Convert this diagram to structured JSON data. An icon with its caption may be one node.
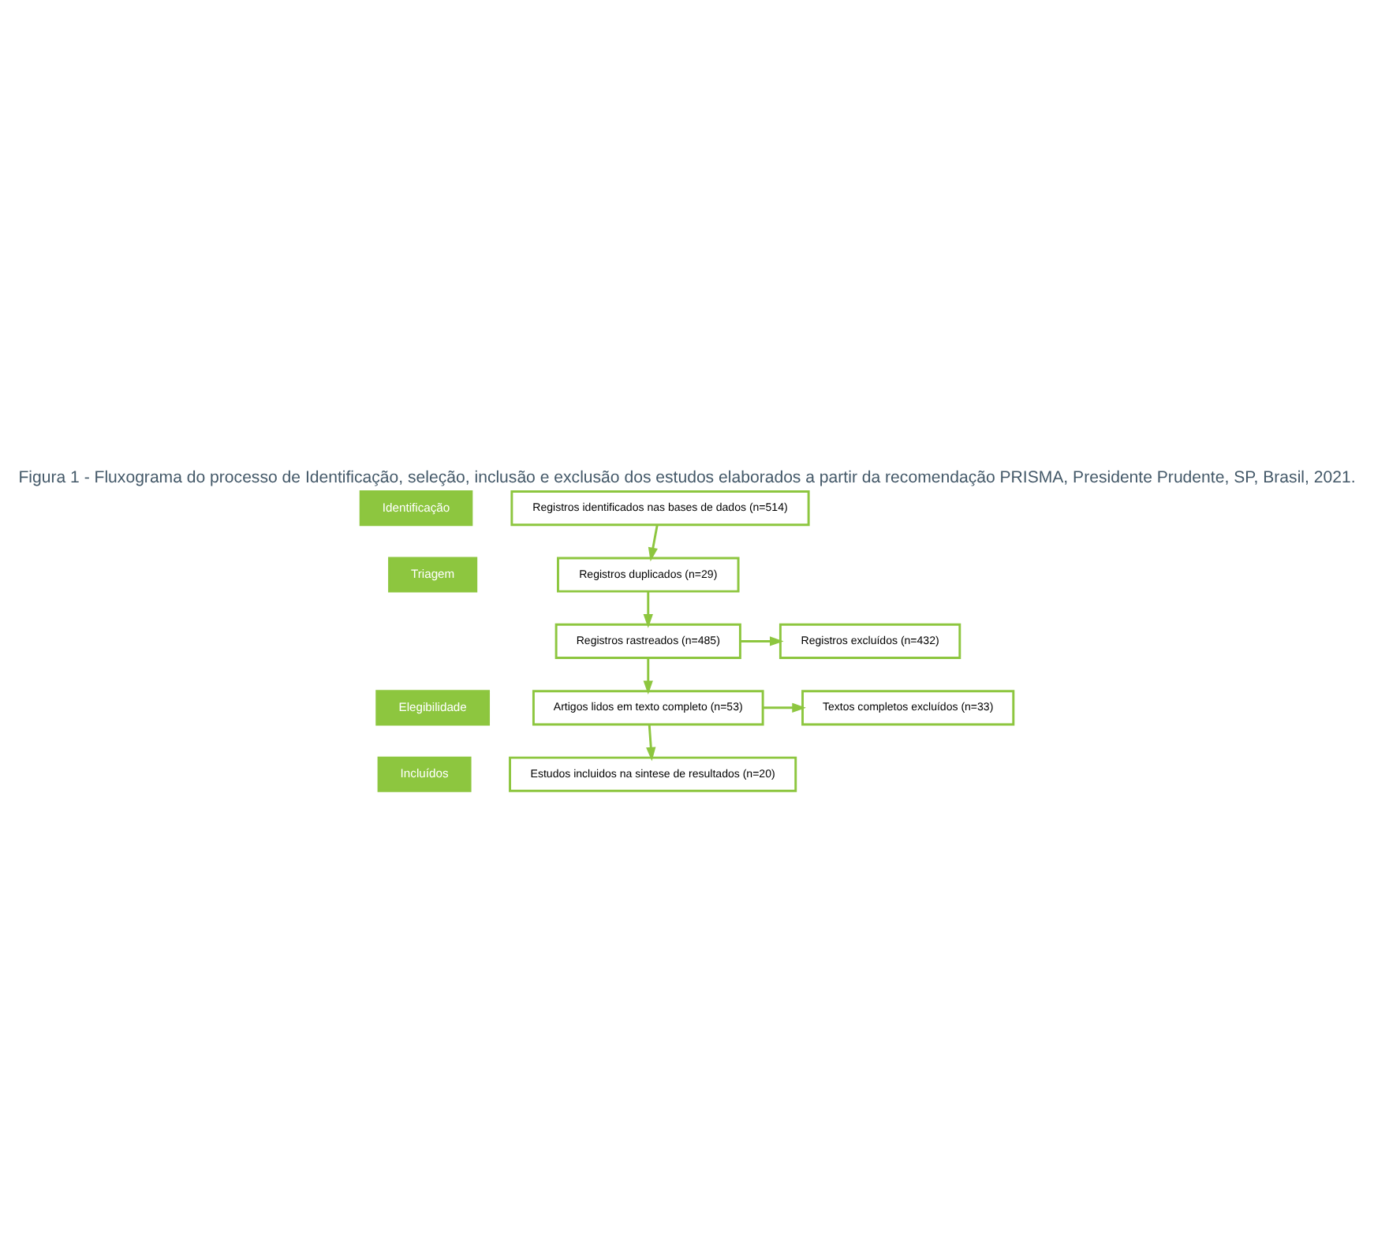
{
  "diagram": {
    "title": "Figura 1 - Fluxograma do processo de Identificação, seleção, inclusão e exclusão dos estudos elaborados a partir da recomendação PRISMA, Presidente Prudente, SP, Brasil, 2021.",
    "nodes": [
      {
        "text": [
          "Identificação"
        ]
      },
      {
        "text": [
          "Registros identificados nas bases de dados (n=514)"
        ]
      },
      {
        "text": [
          "Triagem"
        ]
      },
      {
        "text": [
          "Registros duplicados (n=29)"
        ]
      },
      {
        "text": [
          "Registros rastreados (n=485)"
        ]
      },
      {
        "text": [
          "Registros excluídos (n=432)"
        ]
      },
      {
        "text": [
          "Elegibilidade"
        ]
      },
      {
        "text": [
          "Artigos lidos em texto completo (n=53)"
        ]
      },
      {
        "text": [
          "Textos completos excluídos (n=33)"
        ]
      },
      {
        "text": [
          "Incluídos"
        ]
      },
      {
        "text": [
          "Estudos incluidos na sintese de resultados (n=20)"
        ]
      }
    ],
    "edges": [
      {
        "from": 1,
        "to": 3,
        "arrow": "to"
      },
      {
        "from": 3,
        "to": 4,
        "arrow": "to"
      },
      {
        "from": 4,
        "to": 5,
        "arrow": "to"
      },
      {
        "from": 4,
        "to": 7,
        "arrow": "to"
      },
      {
        "from": 7,
        "to": 8,
        "arrow": "to"
      },
      {
        "from": 7,
        "to": 10,
        "arrow": "to"
      }
    ]
  }
}
